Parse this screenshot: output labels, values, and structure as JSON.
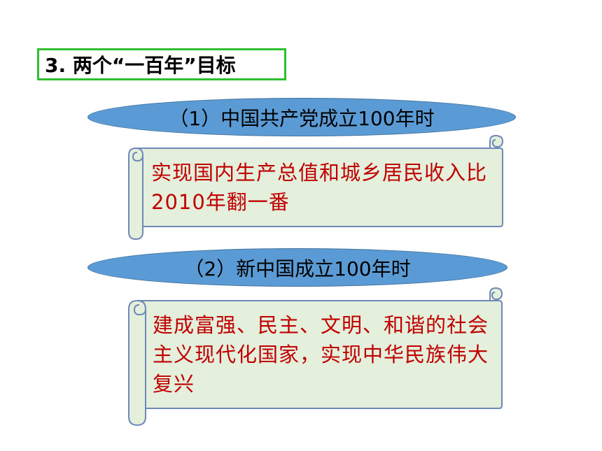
{
  "heading": "3. 两个“一百年”目标",
  "goals": [
    {
      "label": "（1）中国共产党成立100年时",
      "text": "实现国内生产总值和城乡居民收入比2010年翻一番"
    },
    {
      "label": "（2）新中国成立100年时",
      "text": "建成富强、民主、文明、和谐的社会主义现代化国家，实现中华民族伟大复兴"
    }
  ],
  "colors": {
    "title_border": "#2fbf2f",
    "ellipse_fill": "#5b9bd5",
    "scroll_fill": "#e4efdc",
    "scroll_border": "#6d89b7",
    "body_text": "#c00000"
  }
}
